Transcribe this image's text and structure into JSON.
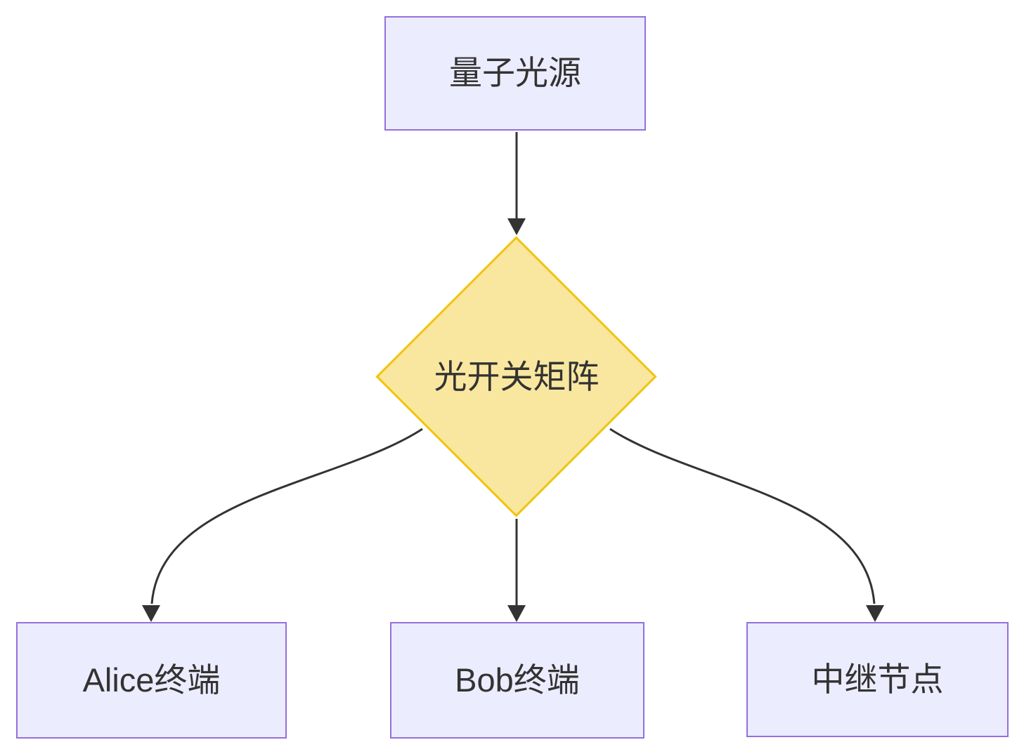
{
  "diagram": {
    "type": "flowchart",
    "direction": "top-down",
    "nodes": {
      "source": {
        "label": "量子光源",
        "shape": "rectangle"
      },
      "switch": {
        "label": "光开关矩阵",
        "shape": "diamond"
      },
      "alice": {
        "label": "Alice终端",
        "shape": "rectangle"
      },
      "bob": {
        "label": "Bob终端",
        "shape": "rectangle"
      },
      "relay": {
        "label": "中继节点",
        "shape": "rectangle"
      }
    },
    "edges": [
      {
        "from": "量子光源",
        "to": "光开关矩阵",
        "arrow": "filled-triangle"
      },
      {
        "from": "光开关矩阵",
        "to": "Alice终端",
        "arrow": "filled-triangle"
      },
      {
        "from": "光开关矩阵",
        "to": "Bob终端",
        "arrow": "filled-triangle"
      },
      {
        "from": "光开关矩阵",
        "to": "中继节点",
        "arrow": "filled-triangle"
      }
    ],
    "theme": {
      "background": "#FFFFFF",
      "node_fill": "#ECECFF",
      "node_border": "#9370DB",
      "diamond_fill": "#F9E79F",
      "diamond_border": "#F1C40F",
      "edge_color": "#333333",
      "text_color": "#333333"
    }
  }
}
